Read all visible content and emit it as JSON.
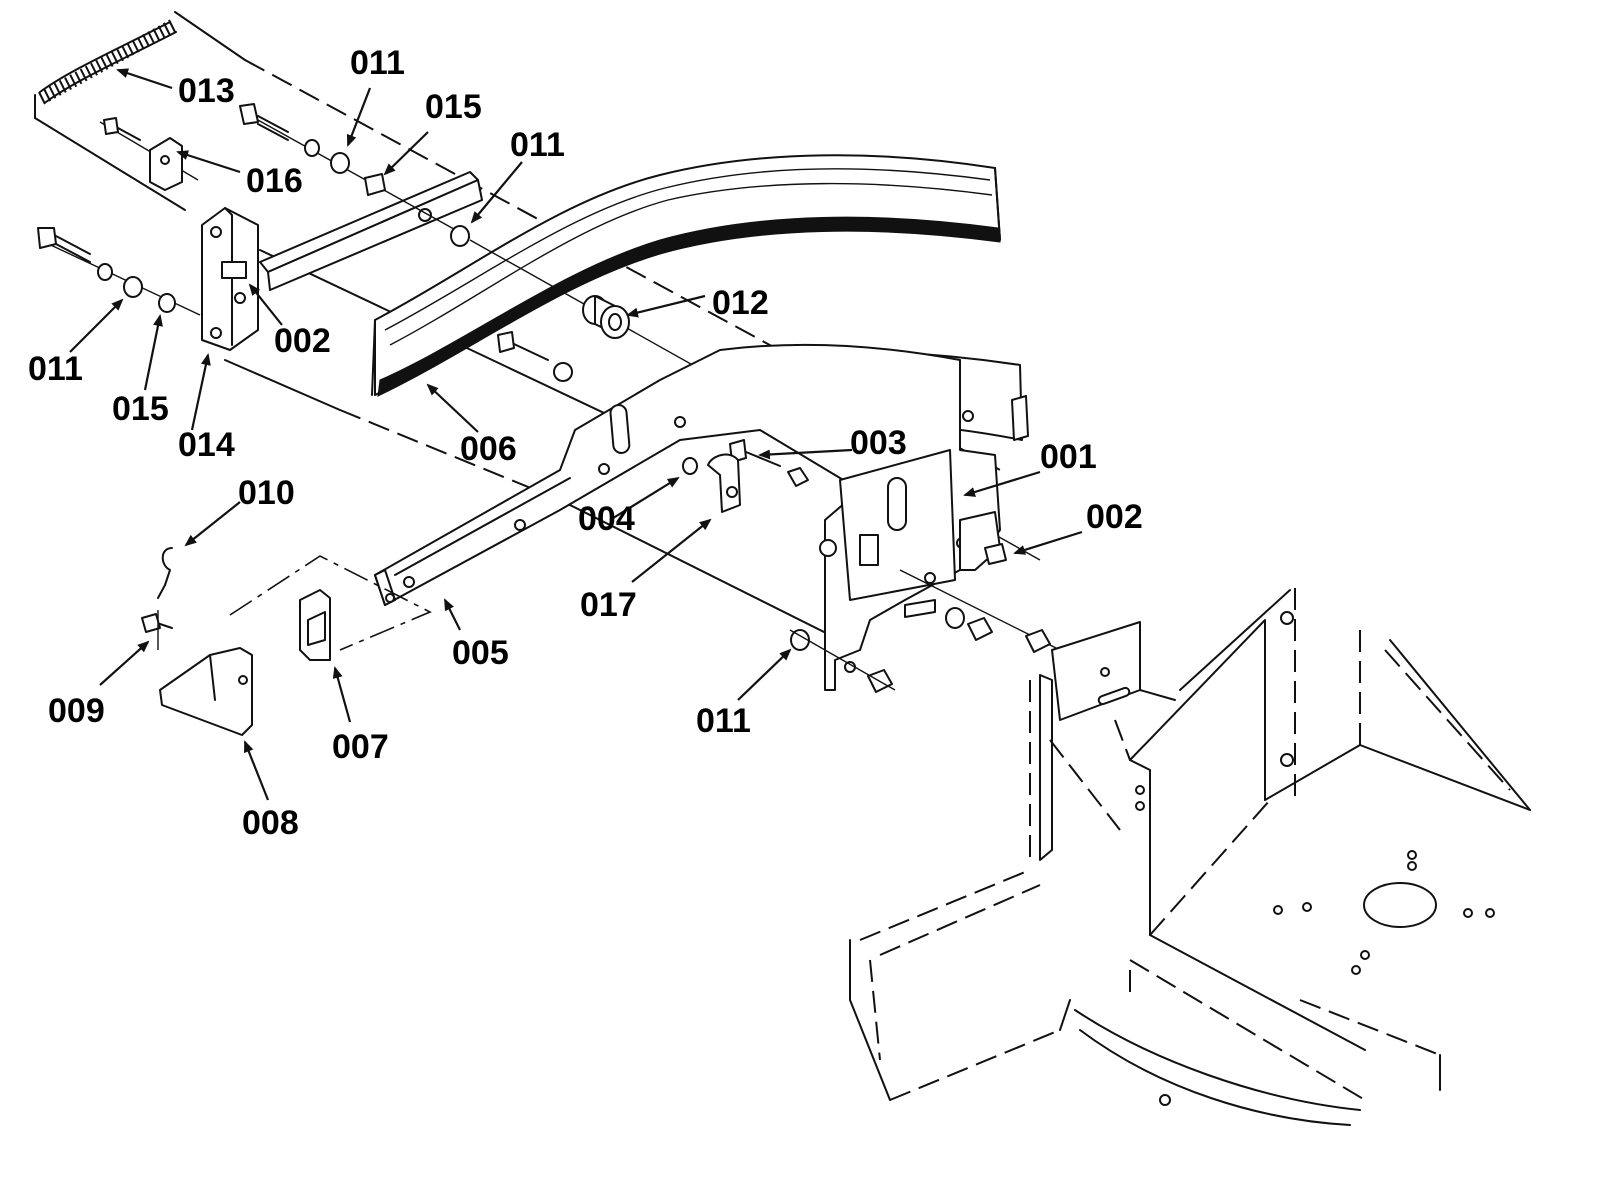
{
  "callouts": [
    {
      "id": "c013",
      "label": "013"
    },
    {
      "id": "c011a",
      "label": "011"
    },
    {
      "id": "c015a",
      "label": "015"
    },
    {
      "id": "c011b",
      "label": "011"
    },
    {
      "id": "c016",
      "label": "016"
    },
    {
      "id": "c012",
      "label": "012"
    },
    {
      "id": "c002a",
      "label": "002"
    },
    {
      "id": "c011c",
      "label": "011"
    },
    {
      "id": "c015b",
      "label": "015"
    },
    {
      "id": "c014",
      "label": "014"
    },
    {
      "id": "c006",
      "label": "006"
    },
    {
      "id": "c003",
      "label": "003"
    },
    {
      "id": "c001",
      "label": "001"
    },
    {
      "id": "c010",
      "label": "010"
    },
    {
      "id": "c004",
      "label": "004"
    },
    {
      "id": "c002b",
      "label": "002"
    },
    {
      "id": "c017",
      "label": "017"
    },
    {
      "id": "c005",
      "label": "005"
    },
    {
      "id": "c009",
      "label": "009"
    },
    {
      "id": "c007",
      "label": "007"
    },
    {
      "id": "c011d",
      "label": "011"
    },
    {
      "id": "c008",
      "label": "008"
    }
  ]
}
